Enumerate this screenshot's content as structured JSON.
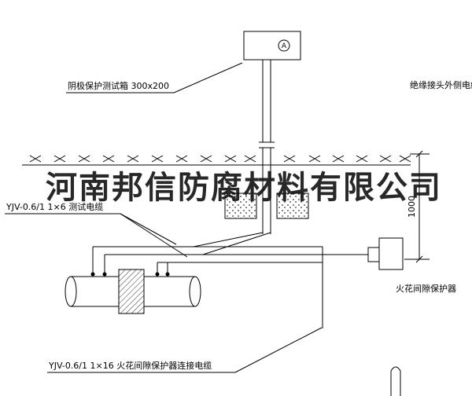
{
  "drawing": {
    "watermark": "河南邦信防腐材料有限公司",
    "labels": {
      "test_box": "阴极保护测试箱 300x200",
      "insulated_joint_outer_cable": "绝缘接头外侧电缆",
      "test_cable": "YJV-0.6/1 1×6  测试电缆",
      "spark_gap_protector": "火花间隙保护器",
      "spark_gap_connection_cable": "YJV-0.6/1 1×16  火花间隙保护器连接电缆",
      "meter_symbol": "A"
    },
    "dimensions": {
      "burial_depth": "1000"
    },
    "colors": {
      "line": "#000000",
      "background": "#ffffff",
      "watermark": "#111111"
    }
  }
}
